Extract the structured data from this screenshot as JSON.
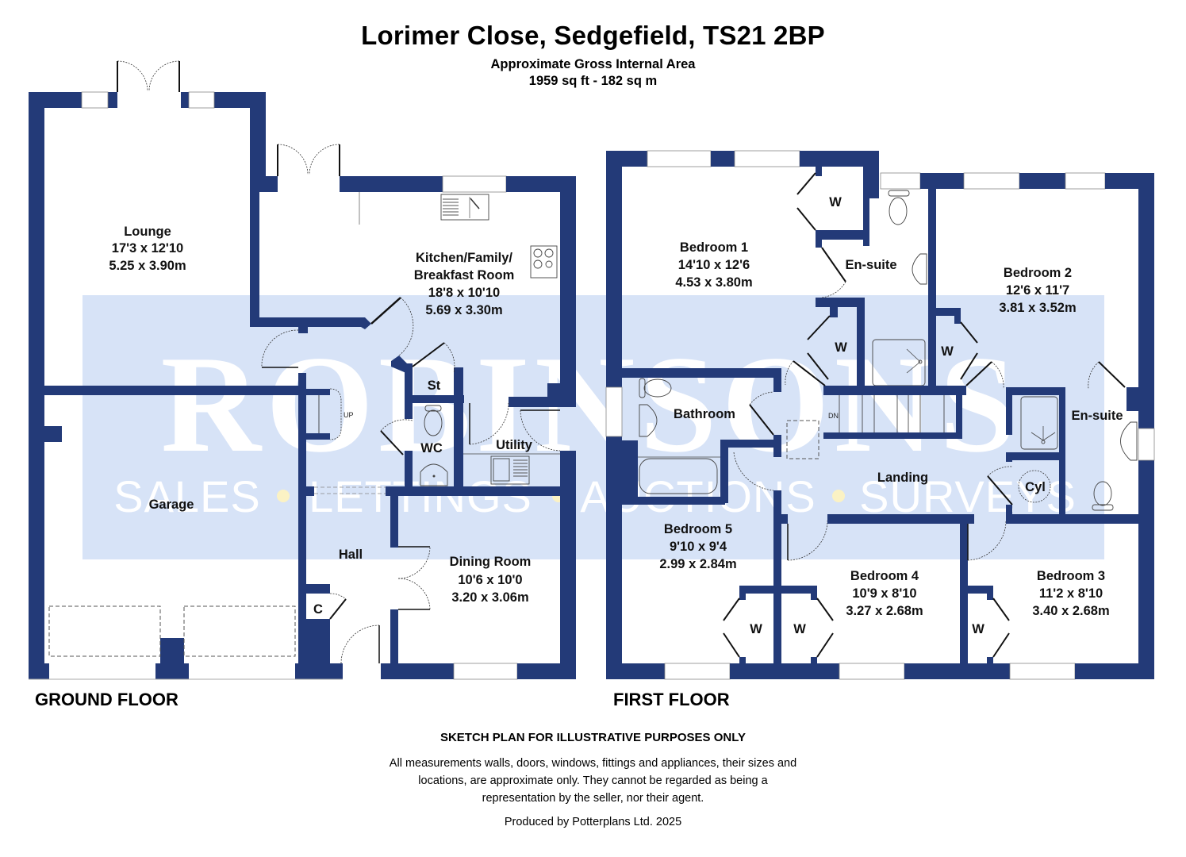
{
  "header": {
    "title": "Lorimer Close, Sedgefield, TS21 2BP",
    "subtitle_line1": "Approximate Gross Internal Area",
    "subtitle_line2": "1959 sq ft - 182 sq m"
  },
  "watermark": {
    "brand": "ROBINSONS",
    "tagline_items": [
      "SALES",
      "LETTINGS",
      "AUCTIONS",
      "SURVEYS"
    ],
    "band_color": "#d7e3f7",
    "dot_color": "#fbf2c4"
  },
  "colors": {
    "wall": "#233a78",
    "background": "#ffffff"
  },
  "ground_floor": {
    "label": "GROUND FLOOR",
    "rooms": [
      {
        "name": "Lounge",
        "imperial": "17'3 x 12'10",
        "metric": "5.25 x 3.90m"
      },
      {
        "name_line1": "Kitchen/Family/",
        "name_line2": "Breakfast Room",
        "imperial": "18'8 x 10'10",
        "metric": "5.69 x 3.30m"
      },
      {
        "name": "Garage"
      },
      {
        "name": "Hall"
      },
      {
        "name": "Dining Room",
        "imperial": "10'6 x 10'0",
        "metric": "3.20 x 3.06m"
      },
      {
        "name": "St"
      },
      {
        "name": "WC"
      },
      {
        "name": "Utility"
      },
      {
        "name": "C"
      }
    ],
    "stairs_label": "UP"
  },
  "first_floor": {
    "label": "FIRST FLOOR",
    "rooms": [
      {
        "name": "Bedroom 1",
        "imperial": "14'10 x 12'6",
        "metric": "4.53 x 3.80m"
      },
      {
        "name": "En-suite"
      },
      {
        "name": "Bedroom 2",
        "imperial": "12'6 x 11'7",
        "metric": "3.81 x 3.52m"
      },
      {
        "name": "Bathroom"
      },
      {
        "name": "Landing"
      },
      {
        "name": "En-suite"
      },
      {
        "name": "Cyl"
      },
      {
        "name": "Bedroom 5",
        "imperial": "9'10 x 9'4",
        "metric": "2.99 x 2.84m"
      },
      {
        "name": "Bedroom 4",
        "imperial": "10'9 x 8'10",
        "metric": "3.27 x 2.68m"
      },
      {
        "name": "Bedroom 3",
        "imperial": "11'2 x 8'10",
        "metric": "3.40 x 2.68m"
      }
    ],
    "wardrobe_label": "W",
    "stairs_label": "DN"
  },
  "footer": {
    "disclaimer_title": "SKETCH PLAN FOR ILLUSTRATIVE PURPOSES ONLY",
    "disclaimer_body": "All measurements walls, doors, windows, fittings and appliances, their sizes and locations, are approximate only. They cannot be regarded as being a representation by the seller, nor their agent.",
    "produced_by": "Produced by Potterplans Ltd. 2025"
  }
}
